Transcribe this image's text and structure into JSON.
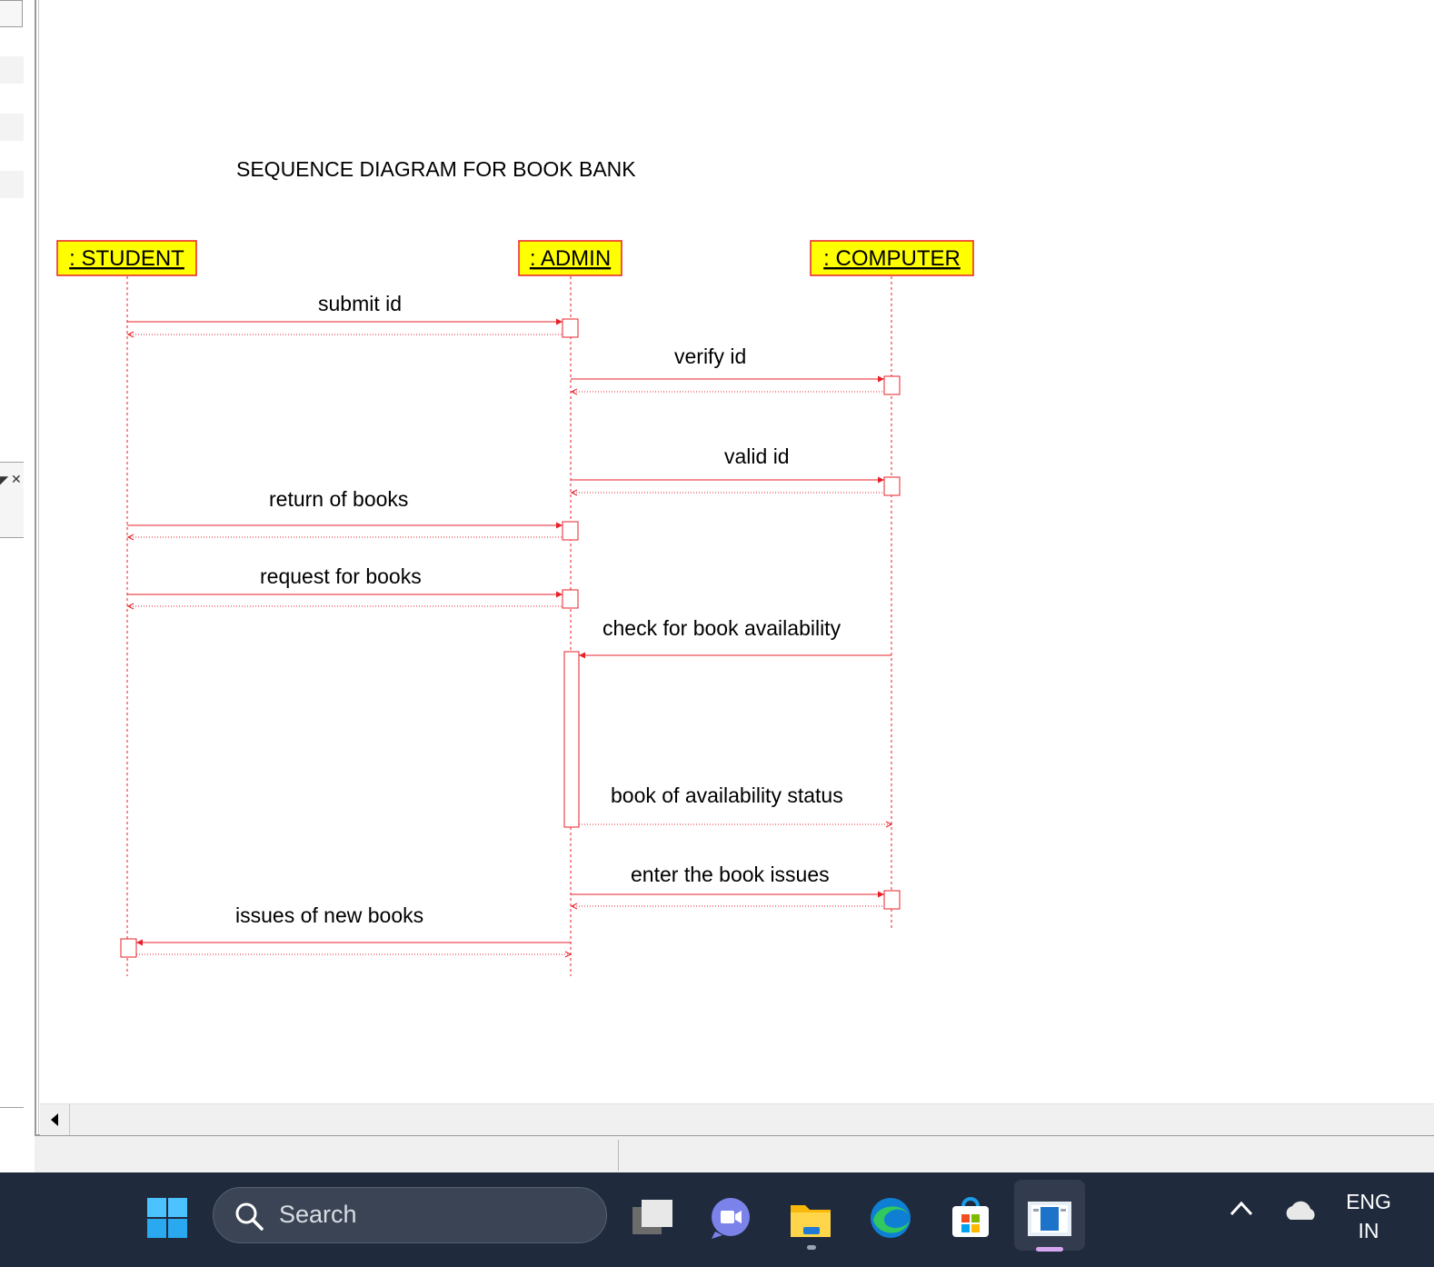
{
  "diagram": {
    "title": "SEQUENCE DIAGRAM FOR BOOK BANK",
    "line_color": "#e8202a",
    "object_fill": "#ffff00",
    "objects": [
      ": STUDENT",
      ": ADMIN",
      ": COMPUTER"
    ],
    "messages": [
      {
        "label": "submit id",
        "from": ": STUDENT",
        "to": ": ADMIN"
      },
      {
        "label": "verify id",
        "from": ": ADMIN",
        "to": ": COMPUTER"
      },
      {
        "label": "valid id",
        "from": ": ADMIN",
        "to": ": COMPUTER"
      },
      {
        "label": "return of books",
        "from": ": STUDENT",
        "to": ": ADMIN"
      },
      {
        "label": "request for books",
        "from": ": STUDENT",
        "to": ": ADMIN"
      },
      {
        "label": "check for book availability",
        "from": ": COMPUTER",
        "to": ": ADMIN"
      },
      {
        "label": "book of availability status",
        "from": ": ADMIN",
        "to": ": COMPUTER"
      },
      {
        "label": "enter the book issues",
        "from": ": ADMIN",
        "to": ": COMPUTER"
      },
      {
        "label": "issues of new books",
        "from": ": ADMIN",
        "to": ": STUDENT"
      }
    ]
  },
  "taskbar": {
    "search_placeholder": "Search",
    "language_line1": "ENG",
    "language_line2": "IN",
    "icons": [
      "windows-start-icon",
      "search-icon",
      "task-view-icon",
      "chat-icon",
      "file-explorer-icon",
      "edge-icon",
      "store-icon",
      "diagram-app-icon",
      "tray-chevron-icon",
      "onedrive-cloud-icon"
    ]
  }
}
